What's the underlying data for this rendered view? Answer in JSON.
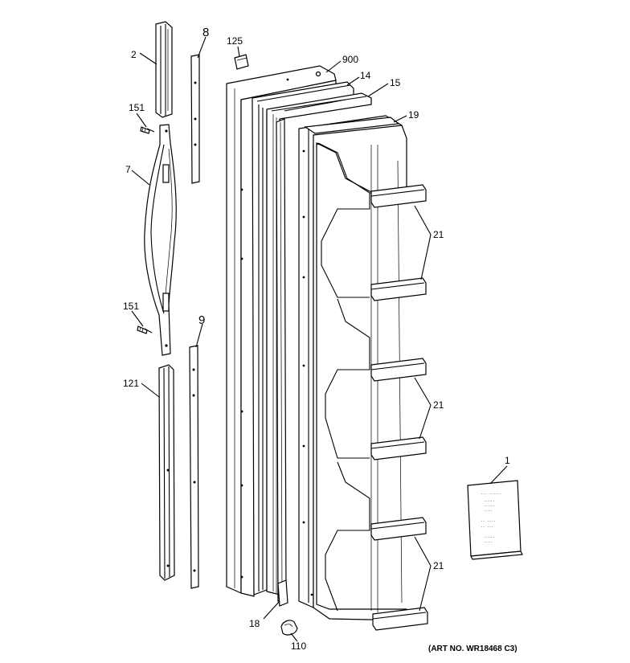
{
  "labels": {
    "l2": "2",
    "l8": "8",
    "l125": "125",
    "l900": "900",
    "l14": "14",
    "l15": "15",
    "l19": "19",
    "l151a": "151",
    "l7": "7",
    "l21a": "21",
    "l151b": "151",
    "l9": "9",
    "l121": "121",
    "l21b": "21",
    "l1": "1",
    "l21c": "21",
    "l18": "18",
    "l110": "110"
  },
  "art_number": "(ART NO. WR18468 C3)",
  "card_lines": [
    "--- ------",
    "-----",
    "-----",
    "----",
    "-- ----",
    "-- ---",
    "-----",
    "----"
  ]
}
